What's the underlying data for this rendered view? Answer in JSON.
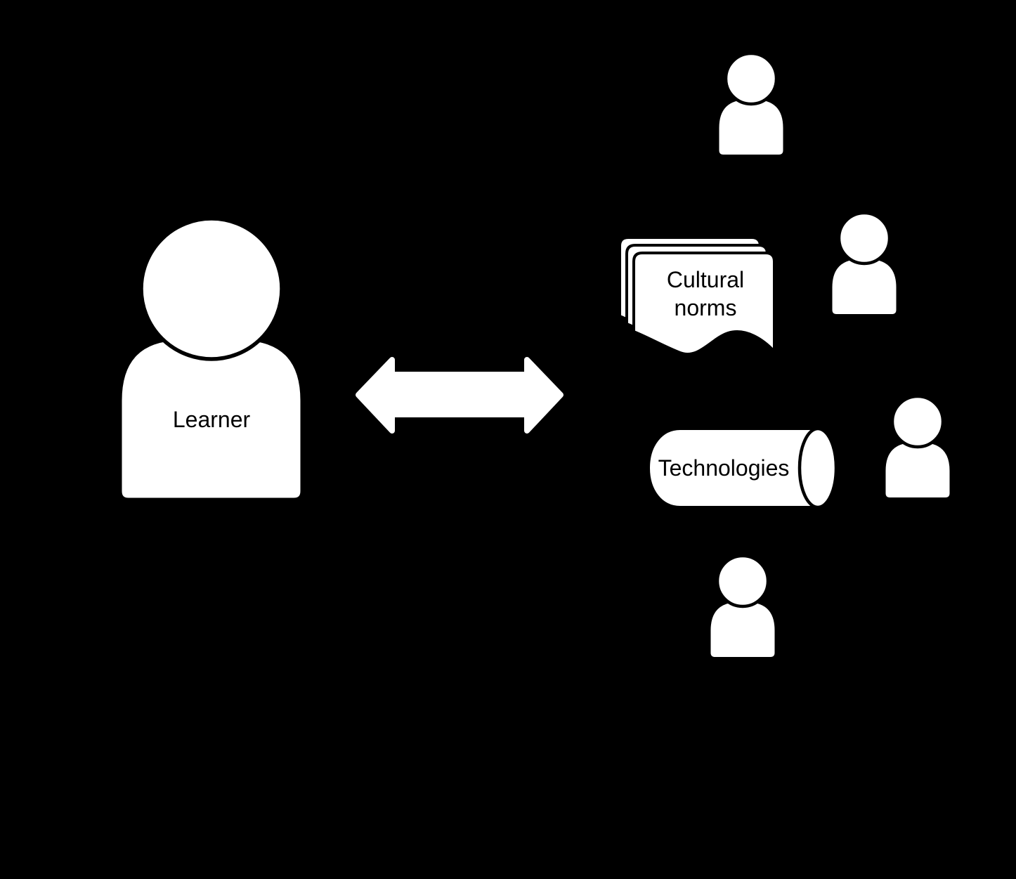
{
  "colors": {
    "background": "#000000",
    "shape_fill": "#ffffff",
    "shape_outline": "#000000",
    "label_text": "#000000"
  },
  "diagram": {
    "learner": {
      "label": "Learner"
    },
    "arrow": {
      "icon": "bidirectional-horizontal-arrow"
    },
    "environment": {
      "cultural_norms": {
        "line1": "Cultural",
        "line2": "norms",
        "icon": "document-stack"
      },
      "technologies": {
        "label": "Technologies",
        "icon": "cylinder"
      },
      "people_icons": [
        "person-top",
        "person-right-upper",
        "person-right-lower",
        "person-bottom"
      ]
    }
  }
}
